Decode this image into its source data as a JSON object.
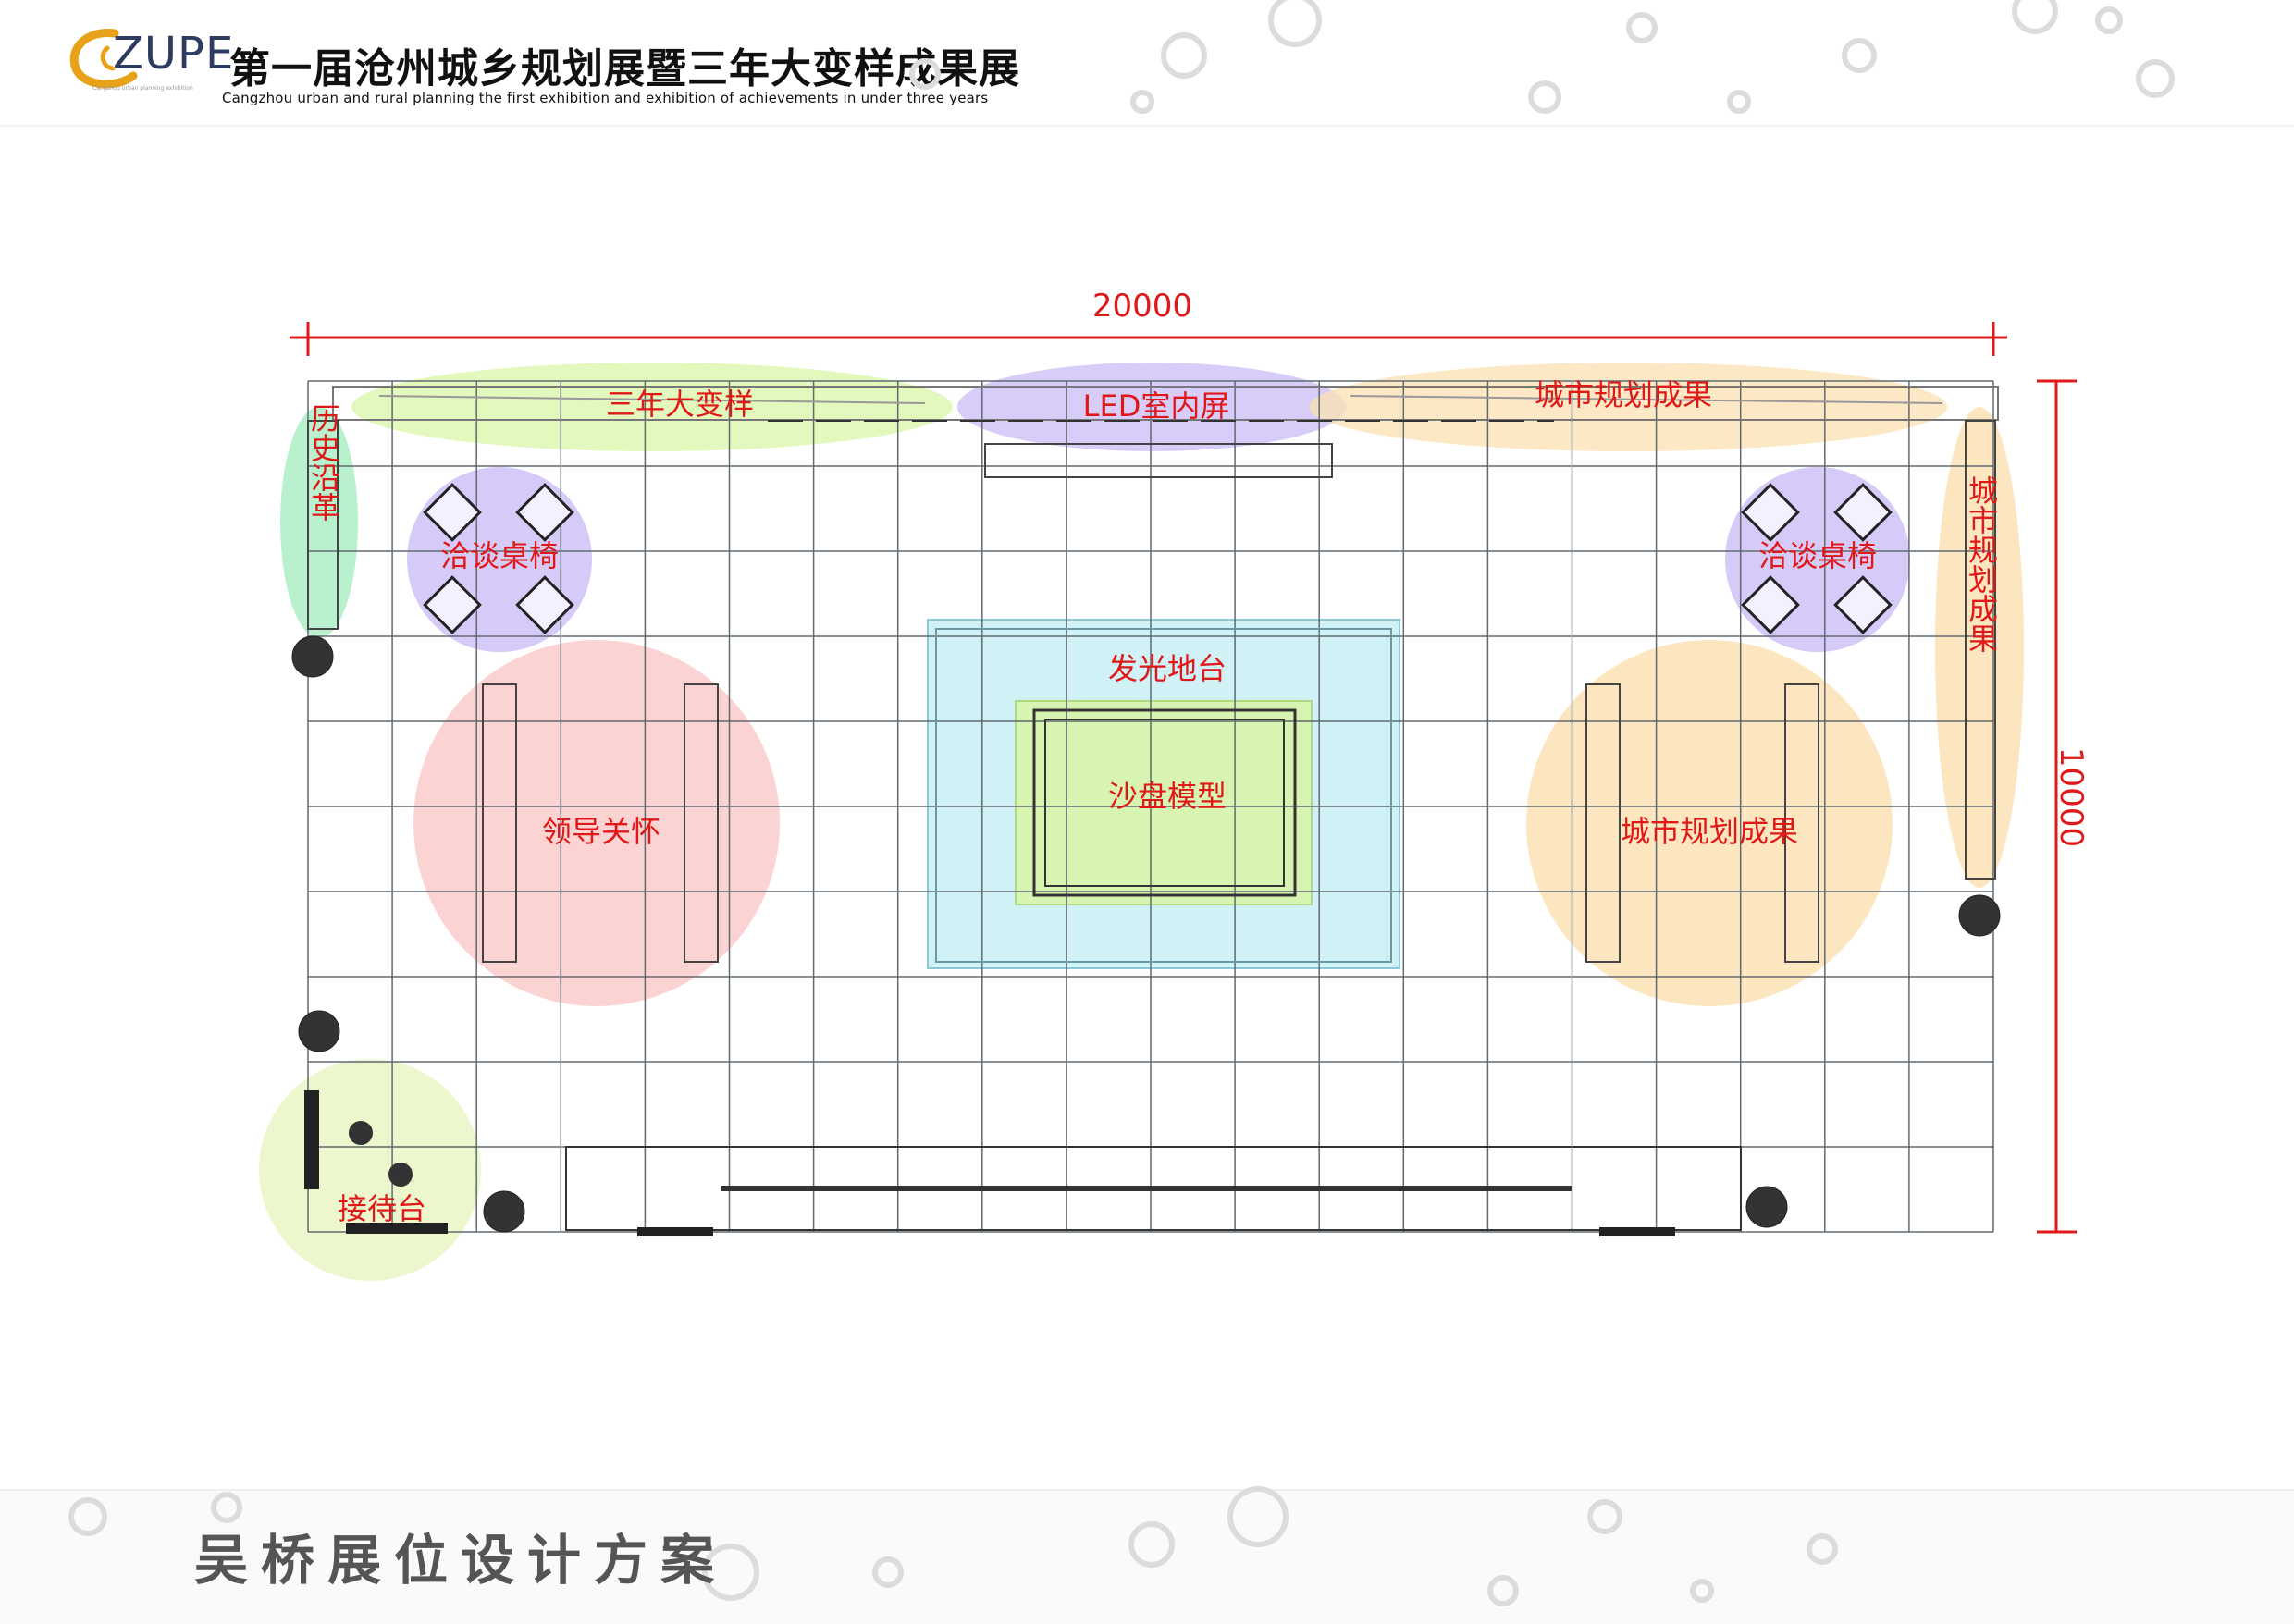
{
  "header": {
    "logo_text": "ZUPE",
    "logo_tagline": "Cangzhou urban planning exhibition",
    "title_cn": "第一届沧州城乡规划展暨三年大变样成果展",
    "title_en": "Cangzhou urban and rural planning the first exhibition and exhibition of achievements in under three years"
  },
  "plan": {
    "width_dim": "20000",
    "height_dim": "10000",
    "zones": {
      "sannian": "三年大变样",
      "led": "LED室内屏",
      "chengshi_top": "城市规划成果",
      "lishi": "历史沿革",
      "qiatan_left": "洽谈桌椅",
      "qiatan_right": "洽谈桌椅",
      "chengshi_side": "城市规划成果",
      "faguang": "发光地台",
      "shapan": "沙盘模型",
      "lingdao": "领导关怀",
      "chengshi_right": "城市规划成果",
      "jiedai": "接待台"
    },
    "colors": {
      "dimension": "#e01818",
      "label": "#e01818",
      "grid": "#606a70",
      "zone_green_yellow": "#d9f5a6",
      "zone_purple": "#c8b8f5",
      "zone_orange": "#fbe0b0",
      "zone_green": "#a8ecc0",
      "zone_red": "#fbc8c8",
      "zone_cyan": "#c8eef5"
    }
  },
  "footer": {
    "title": "吴桥展位设计方案"
  }
}
